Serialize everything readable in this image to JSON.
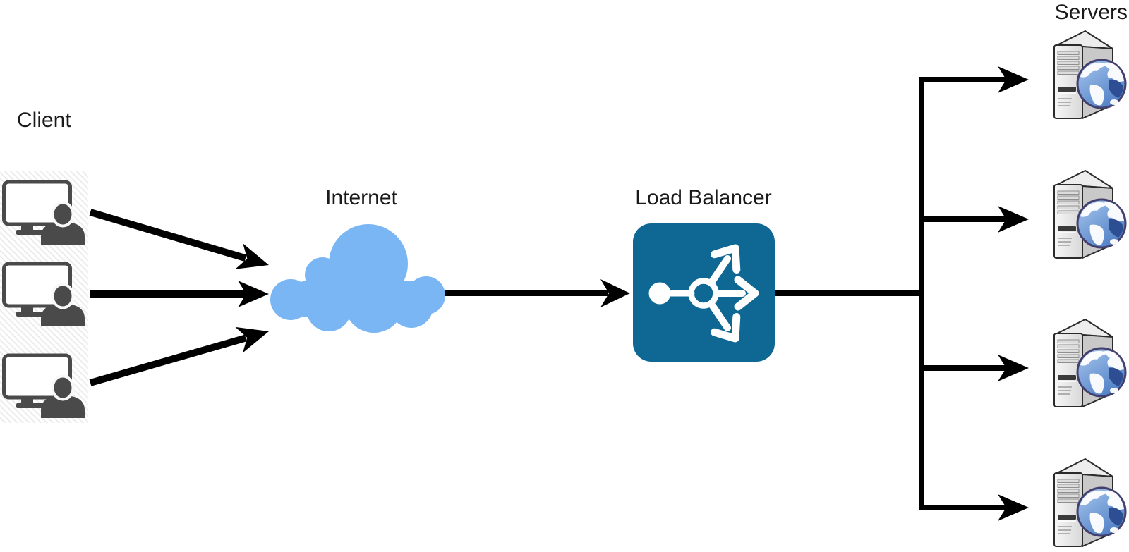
{
  "nodes": {
    "clients": {
      "label": "Client",
      "count": 3,
      "icon": "desktop-user-icon"
    },
    "internet": {
      "label": "Internet",
      "icon": "cloud-icon"
    },
    "load_balancer": {
      "label": "Load Balancer",
      "icon": "load-distribution-icon"
    },
    "servers": {
      "label": "Servers",
      "count": 4,
      "icon": "web-server-globe-icon"
    }
  },
  "edges": [
    {
      "from": "client-1",
      "to": "internet"
    },
    {
      "from": "client-2",
      "to": "internet"
    },
    {
      "from": "client-3",
      "to": "internet"
    },
    {
      "from": "internet",
      "to": "load-balancer"
    },
    {
      "from": "load-balancer",
      "to": "server-1"
    },
    {
      "from": "load-balancer",
      "to": "server-2"
    },
    {
      "from": "load-balancer",
      "to": "server-3"
    },
    {
      "from": "load-balancer",
      "to": "server-4"
    }
  ],
  "colors": {
    "background": "#FFFFFF",
    "text": "#1A1A1A",
    "connector": "#000000",
    "cloud": "#7AB6F3",
    "load_balancer": "#0E6893",
    "client_icon": "#4A4A4A",
    "server_front": "#EDEDED",
    "server_side": "#C9C9C9",
    "globe_ocean": "#5E8CCF",
    "globe_ring": "#44406E",
    "globe_land_dark": "#2E4E94"
  }
}
